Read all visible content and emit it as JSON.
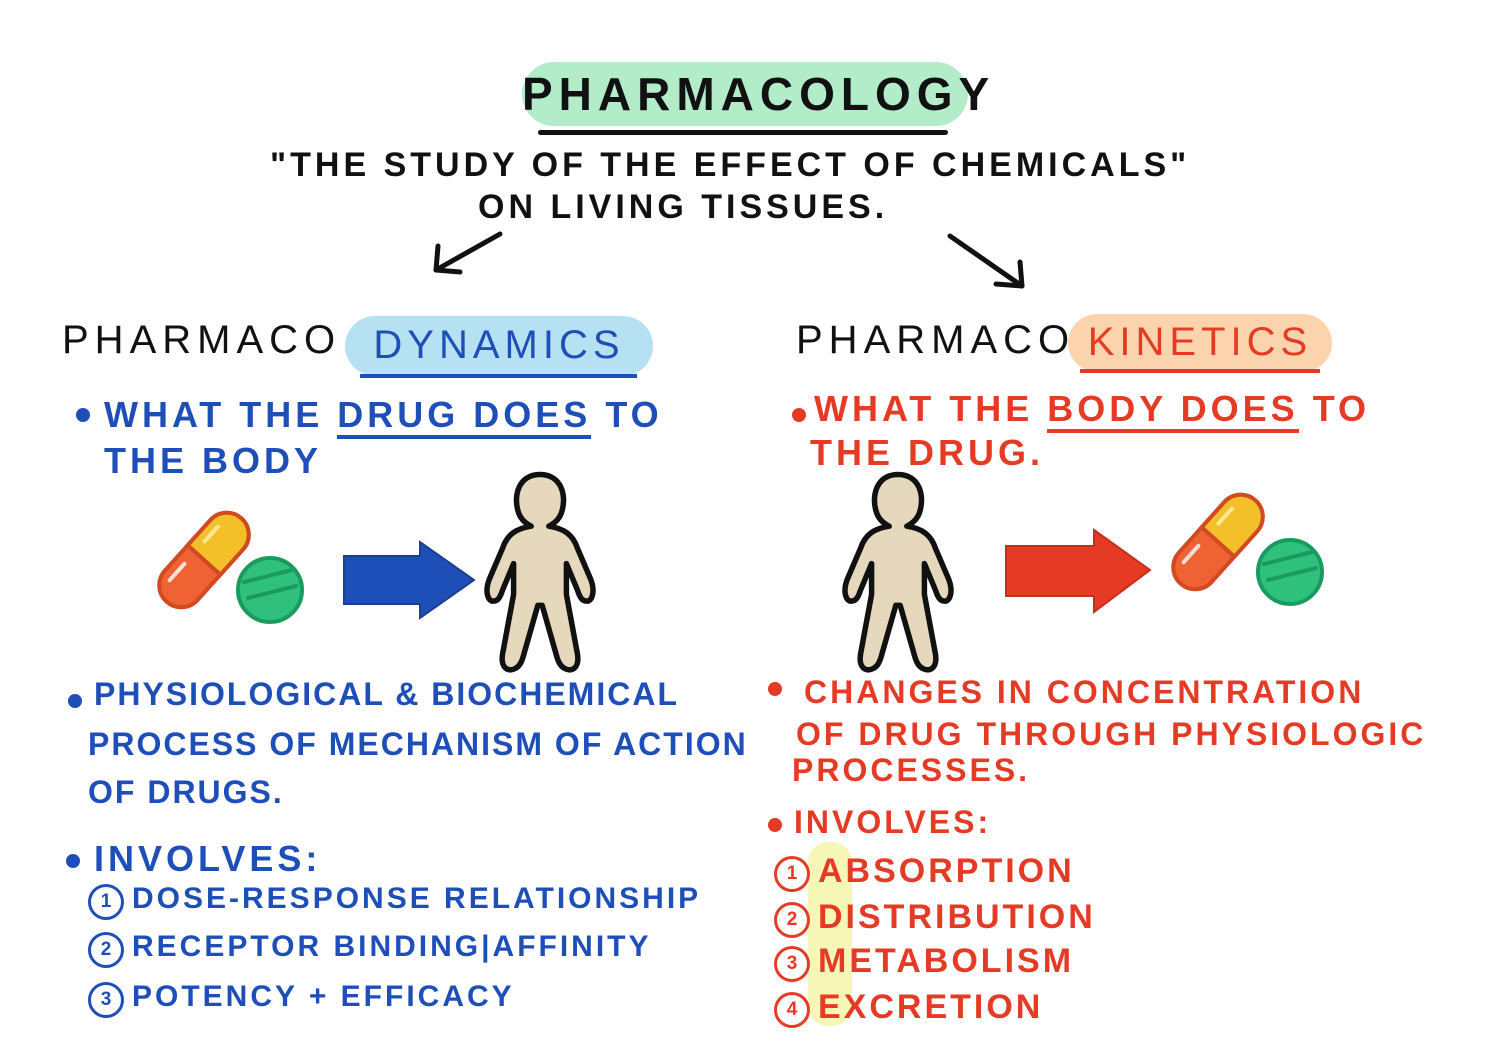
{
  "title": "PHARMACOLOGY",
  "definition": {
    "line1": "\"THE STUDY OF THE EFFECT OF CHEMICALS\"",
    "line2": "ON LIVING TISSUES."
  },
  "pharmacodynamics": {
    "prefix": "PHARMACO",
    "suffix": "DYNAMICS",
    "bullet1": {
      "before": "WHAT THE ",
      "emph": "DRUG DOES",
      "after": " TO",
      "line2": "THE BODY"
    },
    "bullet2": {
      "line1": "PHYSIOLOGICAL & BIOCHEMICAL",
      "line2": "PROCESS OF MECHANISM OF ACTION",
      "line3": "OF DRUGS."
    },
    "involves_label": "INVOLVES:",
    "items": [
      {
        "num": "1",
        "text": "DOSE-RESPONSE RELATIONSHIP"
      },
      {
        "num": "2",
        "text": "RECEPTOR BINDING|AFFINITY"
      },
      {
        "num": "3",
        "text": "POTENCY + EFFICACY"
      }
    ]
  },
  "pharmacokinetics": {
    "prefix": "PHARMACO",
    "suffix": "KINETICS",
    "bullet1": {
      "before": "WHAT THE ",
      "emph": "BODY DOES",
      "after": " TO",
      "line2": "THE DRUG."
    },
    "bullet2": {
      "line1": "CHANGES IN CONCENTRATION",
      "line2": "OF DRUG THROUGH PHYSIOLOGIC",
      "line3": "PROCESSES."
    },
    "involves_label": "INVOLVES:",
    "items": [
      {
        "num": "1",
        "text": "ABSORPTION"
      },
      {
        "num": "2",
        "text": "DISTRIBUTION"
      },
      {
        "num": "3",
        "text": "METABOLISM"
      },
      {
        "num": "4",
        "text": "EXCRETION"
      }
    ]
  },
  "colors": {
    "dynamics_blue": "#1e4fb8",
    "kinetics_red": "#e53b25",
    "title_green": "#b3ecc9",
    "dynamics_pill": "#b6e1f2",
    "kinetics_pill": "#fbd3ad",
    "highlight_yellow": "#f6f7b7",
    "body_beige": "#e6d8bd",
    "capsule_orange": "#ef6234",
    "capsule_yellow": "#f4c02a",
    "tablet_green": "#2fc07e"
  }
}
